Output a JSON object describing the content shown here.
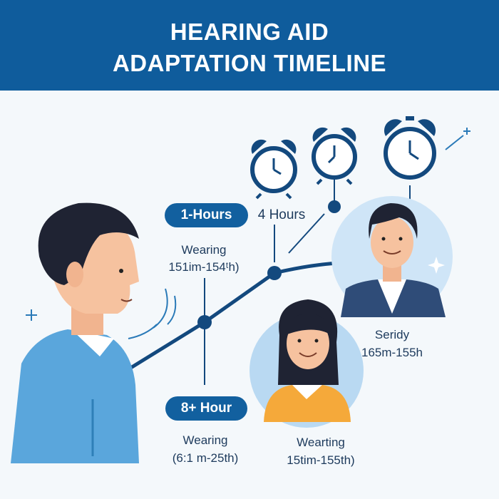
{
  "header": {
    "title_line1": "HEARING AID",
    "title_line2": "ADAPTATION TIMELINE"
  },
  "colors": {
    "header_bg": "#0f5c9c",
    "accent": "#12609f",
    "text": "#1d3a5c",
    "shirt_blue": "#5aa6dc",
    "sweater_orange": "#f5a93a"
  },
  "stages": [
    {
      "badge": "1-Hours",
      "label": "Wearing",
      "range": "151im-154ᵗh)"
    },
    {
      "badge": "4 Hours"
    },
    {
      "badge": "8+ Hour",
      "label": "Wearing",
      "range": "(6:1 m-25th)"
    }
  ],
  "people": [
    {
      "name": "Seridy",
      "range": "165m-155h"
    },
    {
      "label": "Wearting",
      "range": "15tim-155th)"
    }
  ],
  "icons": [
    "alarm-clock-icon",
    "sparkle-icon",
    "plus-icon",
    "sound-wave-icon"
  ]
}
